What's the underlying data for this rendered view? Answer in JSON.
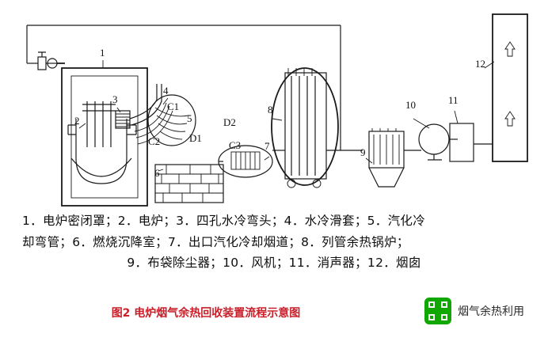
{
  "diagram": {
    "callouts": [
      {
        "id": "1",
        "text": "1"
      },
      {
        "id": "2",
        "text": "2"
      },
      {
        "id": "3",
        "text": "3"
      },
      {
        "id": "4",
        "text": "4"
      },
      {
        "id": "5",
        "text": "5"
      },
      {
        "id": "6",
        "text": "6"
      },
      {
        "id": "7",
        "text": "7"
      },
      {
        "id": "8",
        "text": "8"
      },
      {
        "id": "9",
        "text": "9"
      },
      {
        "id": "10",
        "text": "10"
      },
      {
        "id": "11",
        "text": "11"
      },
      {
        "id": "12",
        "text": "12"
      }
    ],
    "detail_labels": [
      {
        "id": "C1",
        "text": "C1"
      },
      {
        "id": "C2",
        "text": "C2"
      },
      {
        "id": "C3",
        "text": "C3"
      },
      {
        "id": "D1",
        "text": "D1"
      },
      {
        "id": "D2",
        "text": "D2"
      }
    ]
  },
  "legend": {
    "line1": "1．电炉密闭罩；2．电炉；3．四孔水冷弯头；4．水冷滑套；5．汽化冷",
    "line2": "却弯管；6．燃烧沉降室；7．出口汽化冷却烟道；8．列管余热锅炉；",
    "line3": "9．布袋除尘器；10．风机；11．消声器；12．烟囱",
    "items": [
      {
        "num": "1",
        "label": "电炉密闭罩"
      },
      {
        "num": "2",
        "label": "电炉"
      },
      {
        "num": "3",
        "label": "四孔水冷弯头"
      },
      {
        "num": "4",
        "label": "水冷滑套"
      },
      {
        "num": "5",
        "label": "汽化冷却弯管"
      },
      {
        "num": "6",
        "label": "燃烧沉降室"
      },
      {
        "num": "7",
        "label": "出口汽化冷却烟道"
      },
      {
        "num": "8",
        "label": "列管余热锅炉"
      },
      {
        "num": "9",
        "label": "布袋除尘器"
      },
      {
        "num": "10",
        "label": "风机"
      },
      {
        "num": "11",
        "label": "消声器"
      },
      {
        "num": "12",
        "label": "烟囱"
      }
    ]
  },
  "caption": {
    "text": "图2  电炉烟气余热回收装置流程示意图",
    "color": "#c8202a"
  },
  "brand": {
    "name": "烟气余热利用",
    "icon": "qr-code-icon",
    "color": "#10a800"
  }
}
